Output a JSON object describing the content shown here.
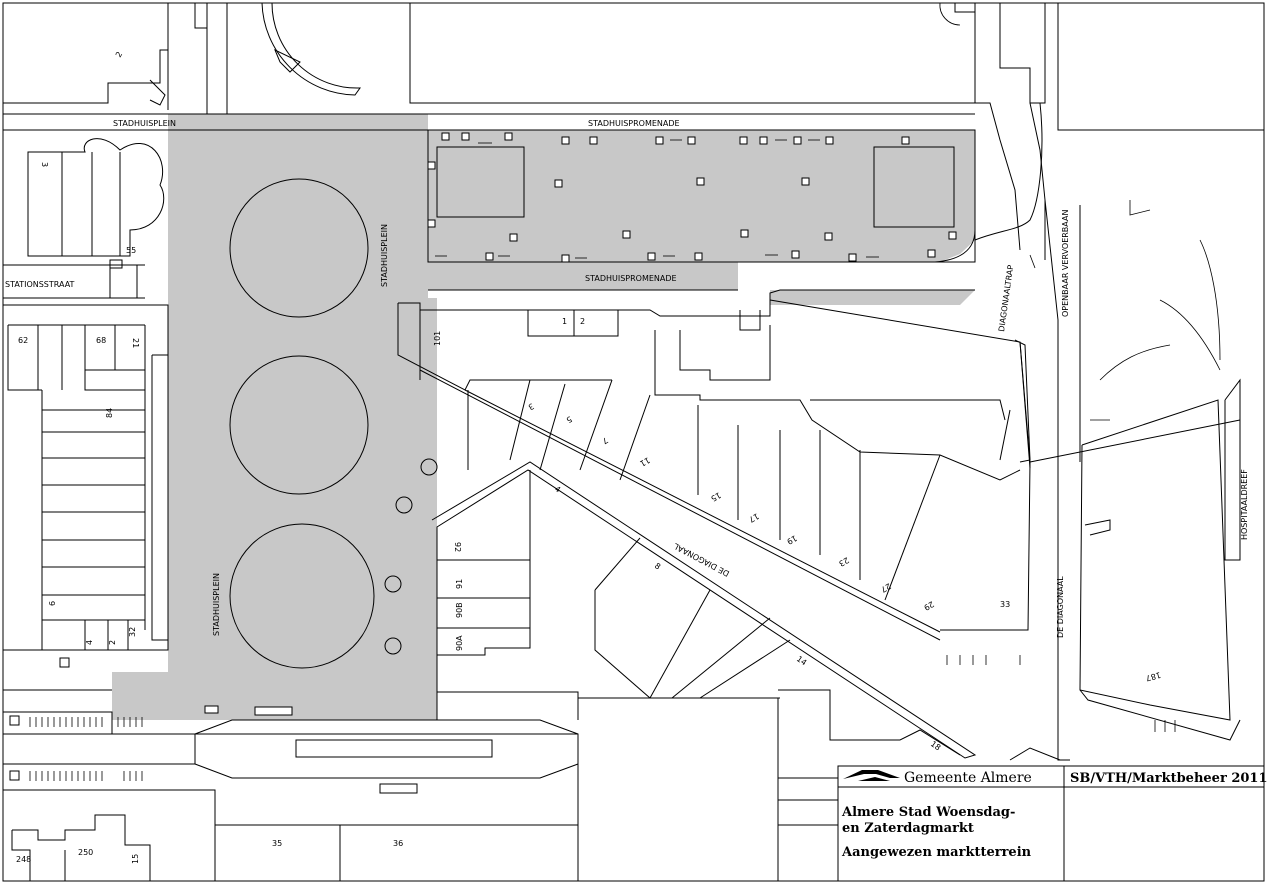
{
  "streets": {
    "stadhuisplein_top": "STADHUISPLEIN",
    "stadhuispromenade_top": "STADHUISPROMENADE",
    "stadhuispromenade_bottom": "STADHUISPROMENADE",
    "stadhuisplein_vertical_right": "STADHUISPLEIN",
    "stadhuisplein_vertical_left": "STADHUISPLEIN",
    "stationsstraat": "STATIONSSTRAAT",
    "diagonaaltrap": "DIAGONAALTRAP",
    "openbaar_vervoerbaan": "OPENBAAR VERVOERBAAN",
    "hospitaaldreef": "HOSPITAALDREEF",
    "de_diagonaal_vertical": "DE DIAGONAAL",
    "de_diagonaal_slanted": "DE DIAGONAAL"
  },
  "house_numbers": {
    "n2_top": "2",
    "n3": "3",
    "n55": "55",
    "n62": "62",
    "n68": "68",
    "n21": "21",
    "n84": "84",
    "n6": "6",
    "n4": "4",
    "n2_left": "2",
    "n32": "32",
    "n1": "1",
    "n2_mid": "2",
    "n101": "101",
    "n3_diag": "3",
    "n5": "5",
    "n7": "7",
    "n11": "11",
    "n15": "15",
    "n17": "17",
    "n19": "19",
    "n23": "23",
    "n27": "27",
    "n29": "29",
    "n33": "33",
    "n4_diag": "4",
    "n8": "8",
    "n14": "14",
    "n18": "18",
    "n92": "92",
    "n91": "91",
    "n90B": "90B",
    "n90A": "90A",
    "n187": "187",
    "n35": "35",
    "n36": "36",
    "n248": "248",
    "n250": "250",
    "n15_bottom": "15"
  },
  "title_block": {
    "organisation": "Gemeente Almere",
    "department": "SB/VTH/Marktbeheer 2011",
    "title_line1": "Almere Stad Woensdag-",
    "title_line2": "en Zaterdagmarkt",
    "subtitle": "Aangewezen marktterrein"
  },
  "colors": {
    "market_area": "#c8c8c8",
    "lines": "#000000",
    "background": "#ffffff"
  },
  "logo_icon": "gemeente-almere-logo"
}
